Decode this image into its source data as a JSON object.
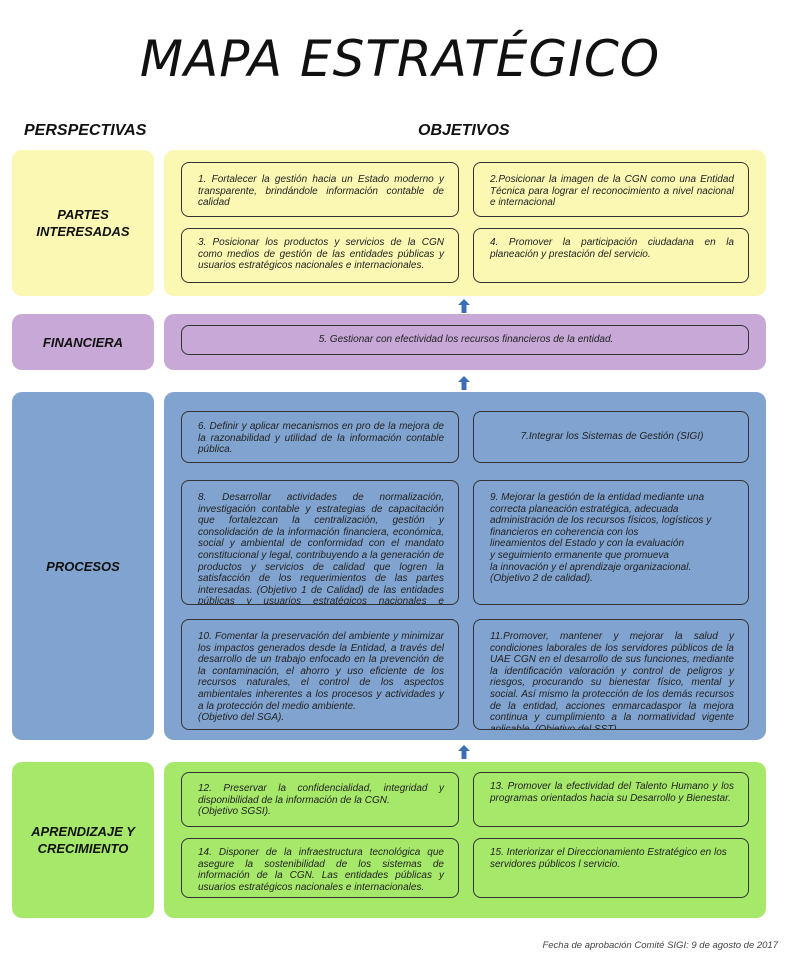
{
  "title": "MAPA ESTRATÉGICO",
  "headers": {
    "perspectives": "PERSPECTIVAS",
    "objectives": "OBJETIVOS"
  },
  "perspectives": {
    "partes": "PARTES INTERESADAS",
    "financiera": "FINANCIERA",
    "procesos": "PROCESOS",
    "aprendizaje": "APRENDIZAJE Y\nCRECIMIENTO"
  },
  "objectives": {
    "o1": "1. Fortalecer la gestión hacia un Estado moderno y transparente, brindándole información contable de calidad",
    "o2": "2.Posicionar la imagen de la CGN como una Entidad Técnica para lograr el reconocimiento a nivel nacional e internacional",
    "o3": "3. Posicionar los productos y servicios de la CGN como medios de gestión de las entidades públicas y usuarios estratégicos nacionales e internacionales.",
    "o4": "4. Promover la participación ciudadana en la planeación y prestación del servicio.",
    "o5": "5. Gestionar con efectividad los recursos financieros de la entidad.",
    "o6": "6. Definir y aplicar mecanismos en pro de la mejora de la razonabilidad y utilidad de la información contable pública.",
    "o7": "7.Integrar los Sistemas de Gestión (SIGI)",
    "o8": "8. Desarrollar actividades de normalización, investigación contable y estrategias de capacitación que fortalezcan la centralización, gestión y consolidación de la información financiera, económica, social y ambiental de conformidad con el mandato constitucional y legal, contribuyendo a la generación de productos y servicios de calidad que logren la satisfacción de los requerimientos de las partes interesadas. (Objetivo 1 de Calidad) de las entidades públicas y usuarios estratégicos nacionales e internacionales.",
    "o9": "9. Mejorar la gestión de la entidad mediante una correcta planeación estratégica, adecuada administración de los recursos físicos, logísticos y financieros en coherencia con los\nlineamientos del Estado y con la evaluación\ny seguimiento ermanente que promueva\nla innovación y el aprendizaje organizacional.\n(Objetivo 2 de calidad).",
    "o10": "10. Fomentar la preservación del ambiente y minimizar los impactos generados desde la Entidad, a través del desarrollo de un trabajo enfocado en la prevención de la contaminación, el ahorro y uso eficiente de los recursos naturales, el control de los aspectos ambientales inherentes a los procesos y actividades y a la protección del medio ambiente.\n(Objetivo del SGA).",
    "o11": "11.Promover, mantener y mejorar la salud y condiciones laborales de los servidores públicos de la UAE CGN en el desarrollo de sus funciones, mediante la identificación valoración y control de peligros y riesgos, procurando su bienestar físico, mental y social. Así mismo la protección de los demás recursos de la entidad, acciones enmarcadaspor la mejora continua y cumplimiento a la normatividad vigente aplicable. (Objetivo del SST).",
    "o12": "12. Preservar la confidencialidad, integridad y disponibilidad de la información de la CGN.\n(Objetivo SGSI).",
    "o13": "13. Promover la efectividad del Talento Humano y los programas orientados hacia su Desarrollo y Bienestar.",
    "o14": "14. Disponer de la infraestructura tecnológica que asegure la sostenibilidad de los sistemas de información de la CGN. Las entidades públicas y usuarios estratégicos nacionales e internacionales.",
    "o15": "15. Interiorizar el Direccionamiento Estratégico en los servidores públicos l servicio."
  },
  "footer": "Fecha de aprobación Comité SIGI: 9 de agosto de 2017",
  "colors": {
    "yellow": "#faf8b3",
    "purple": "#c7a8d6",
    "blue": "#81a3cf",
    "green": "#a6e86a",
    "arrow": "#3b6eb5"
  }
}
